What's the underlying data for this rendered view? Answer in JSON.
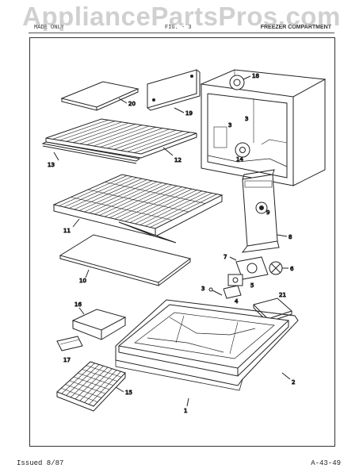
{
  "watermark": "AppliancePartsPros.com",
  "header": {
    "left": "MADE ONLY",
    "middle": "FIG. - 3",
    "right": "FREEZER COMPARTMENT"
  },
  "footer": {
    "issued": "Issued 8/87",
    "code": "A-43-49"
  },
  "callouts": {
    "c1": "1",
    "c2": "2",
    "c3": "3",
    "c3b": "3",
    "c3c": "3",
    "c4": "4",
    "c5": "5",
    "c6": "6",
    "c7": "7",
    "c8": "8",
    "c9": "9",
    "c10": "10",
    "c11": "11",
    "c12": "12",
    "c13": "13",
    "c14": "14",
    "c15": "15",
    "c16": "16",
    "c17": "17",
    "c18": "18",
    "c19": "19",
    "c20": "20",
    "c21": "21"
  }
}
